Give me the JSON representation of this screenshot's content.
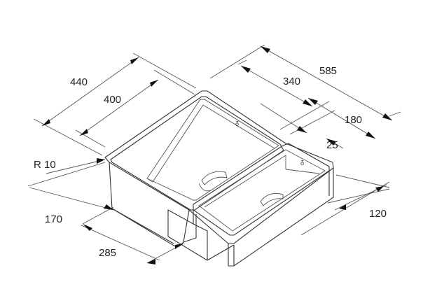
{
  "diagram": {
    "dimensions": {
      "d440": "440",
      "d400": "400",
      "d585": "585",
      "d340": "340",
      "d180": "180",
      "d25": "25",
      "r10": "R 10",
      "d170": "170",
      "d285": "285",
      "d120": "120"
    }
  }
}
